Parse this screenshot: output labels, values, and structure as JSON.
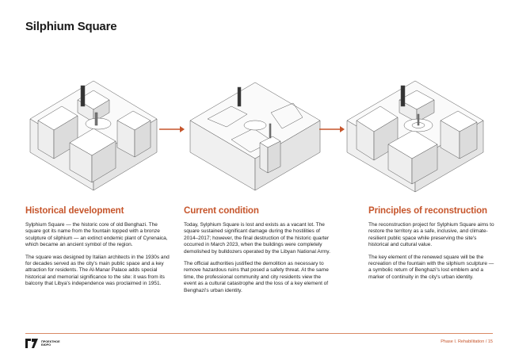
{
  "page": {
    "title": "Silphium Square"
  },
  "colors": {
    "accent": "#c6552b",
    "text": "#1a1a1a"
  },
  "sections": [
    {
      "heading": "Historical development",
      "paragraphs": [
        "Sylphium Square — the historic core of old Benghazi. The square got its name from the fountain topped with a bronze sculpture of silphium — an extinct endemic plant of Cyrenaica, which became an ancient symbol of the region.",
        "The square was designed by Italian architects in the 1930s and for decades served as the city's main public space and a key attraction for residents. The Al-Manar Palace adds special historical and memorial significance to the site: it was from its balcony that Libya's independence was proclaimed in 1951."
      ]
    },
    {
      "heading": "Current condition",
      "paragraphs": [
        "Today, Sylphium Square is lost and exists as a vacant lot. The square sustained significant damage during the hostilities of 2014–2017; however, the final destruction of the historic quarter occurred in March 2023, when the buildings were completely demolished by bulldozers operated by the Libyan National Army.",
        "The official authorities justified the demolition as necessary to remove hazardous ruins that posed a safety threat. At the same time, the professional community and city residents view the event as a cultural catastrophe and the loss of a key element of Benghazi's urban identity."
      ]
    },
    {
      "heading": "Principles of reconstruction",
      "paragraphs": [
        "The reconstruction project for Sylphium Square aims to restore the territory as a safe, inclusive, and climate-resilient public space while preserving the site's historical and cultural value.",
        "The key element of the renewed square will be the recreation of the fountain with the silphium sculpture — a symbolic return of Benghazi's lost emblem and a marker of continuity in the city's urban identity."
      ]
    }
  ],
  "footer": {
    "logo_line1": "ПРОЕКТНОЕ",
    "logo_line2": "БЮРО",
    "page_info": "Phase I. Rehabilitation / 15"
  },
  "icons": [
    "company-logo-icon",
    "arrow-right-icon"
  ]
}
